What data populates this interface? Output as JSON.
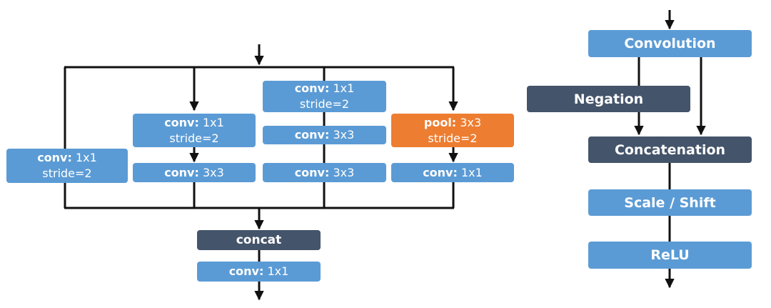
{
  "left": {
    "branch1": {
      "op": "conv:",
      "size": "1x1",
      "stride": "stride=2"
    },
    "branch2_top": {
      "op": "conv:",
      "size": "1x1",
      "stride": "stride=2"
    },
    "branch2_bottom": {
      "op": "conv:",
      "size": "3x3"
    },
    "branch3_top": {
      "op": "conv:",
      "size": "1x1",
      "stride": "stride=2"
    },
    "branch3_mid": {
      "op": "conv:",
      "size": "3x3"
    },
    "branch3_bottom": {
      "op": "conv:",
      "size": "3x3"
    },
    "branch4_top": {
      "op": "pool:",
      "size": "3x3",
      "stride": "stride=2"
    },
    "branch4_bottom": {
      "op": "conv:",
      "size": "1x1"
    },
    "concat": "concat",
    "final_conv": {
      "op": "conv:",
      "size": "1x1"
    }
  },
  "right": {
    "convolution": "Convolution",
    "negation": "Negation",
    "concatenation": "Concatenation",
    "scale_shift": "Scale / Shift",
    "relu": "ReLU"
  },
  "colors": {
    "conv_blue": "#5b9bd5",
    "pool_orange": "#ed7d31",
    "dark_slate": "#44546a",
    "line": "#111111"
  }
}
